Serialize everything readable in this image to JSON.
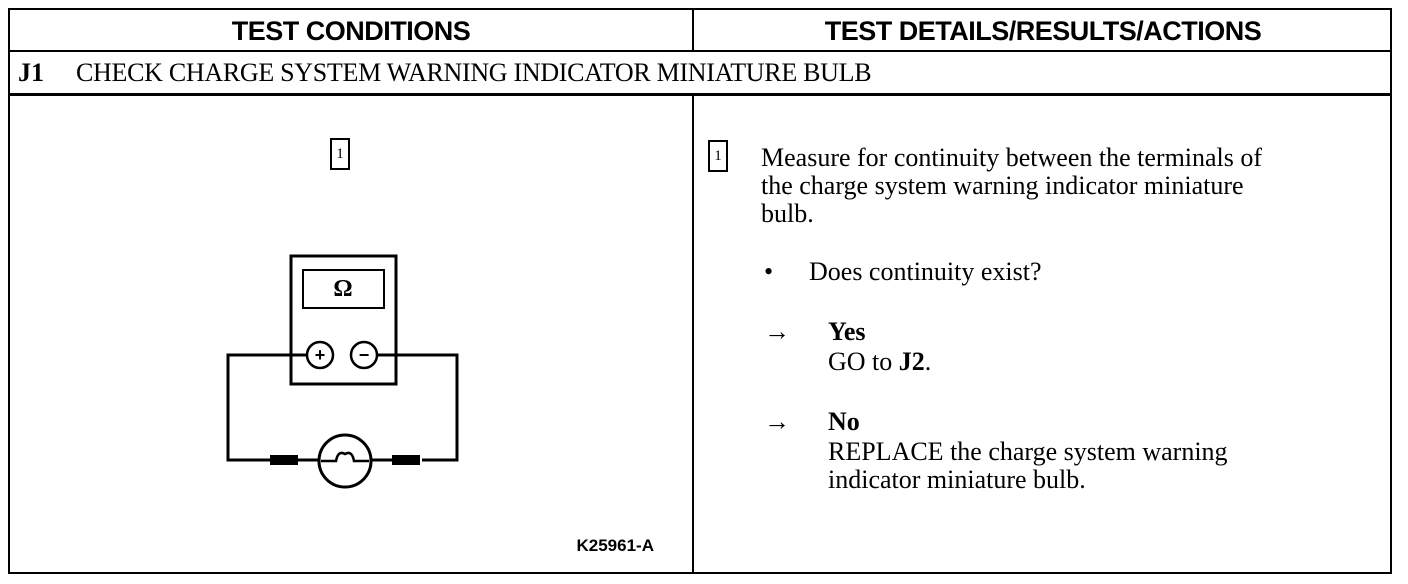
{
  "header": {
    "left": "TEST CONDITIONS",
    "right": "TEST DETAILS/RESULTS/ACTIONS"
  },
  "step": {
    "id": "J1",
    "title": "CHECK CHARGE SYSTEM WARNING INDICATOR MINIATURE BULB"
  },
  "conditions": {
    "step_box": "1",
    "figure": {
      "meter_symbol": "Ω",
      "plus_symbol": "+",
      "minus_symbol": "−",
      "figure_id": "K25961-A"
    }
  },
  "details": {
    "step_box": "1",
    "instruction_line1": "Measure for continuity between the terminals of",
    "instruction_line2": "the charge system warning indicator miniature",
    "instruction_line3": "bulb.",
    "bullet": "•",
    "question": "Does continuity exist?",
    "arrow": "→",
    "yes_label": "Yes",
    "yes_action_prefix": "GO to ",
    "yes_action_target": "J2",
    "yes_action_suffix": ".",
    "no_label": "No",
    "no_action_line1": "REPLACE the charge system warning",
    "no_action_line2": "indicator miniature bulb."
  }
}
